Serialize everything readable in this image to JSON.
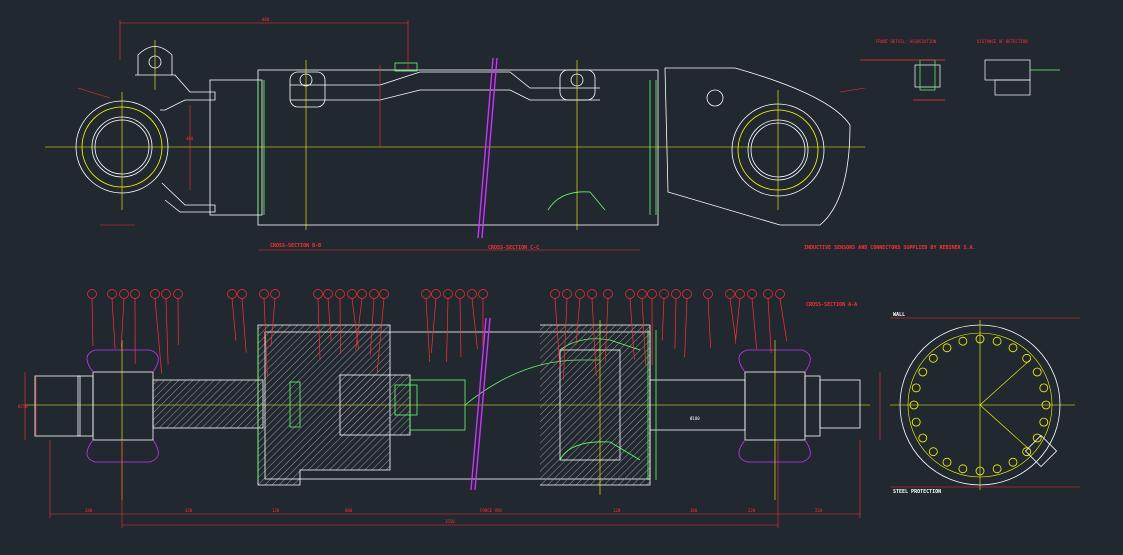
{
  "colors": {
    "background": "#212830",
    "outline": "#ffffff",
    "centerline": "#ffff00",
    "dimension": "#ff3030",
    "section": "#66ff66",
    "sensor_line": "#cc33ff",
    "hatch": "#9a9a9a"
  },
  "labels": {
    "front_detail": "FRONT DETAIL: ASSOCIATION",
    "distance_detection": "DISTANCE OF DETECTION",
    "note_sensors": "INDUCTIVE SENSORS AND CONNECTORS SUPPLIED BY REBINER S.A.",
    "section_bb": "CROSS-SECTION B-B",
    "section_cc": "CROSS-SECTION C-C",
    "section_aa": "CROSS-SECTION A-A",
    "wall": "WALL",
    "steel_protection": "STEEL PROTECTION"
  },
  "dimensions": {
    "top_overall": "880",
    "bottom_overall": "1550",
    "bottom_segments": [
      "280",
      "420",
      "120",
      "800",
      "FORCE 950",
      "120",
      "180",
      "220",
      "220"
    ],
    "left_height": "400",
    "bore": "Ø250",
    "rod": "Ø180"
  }
}
